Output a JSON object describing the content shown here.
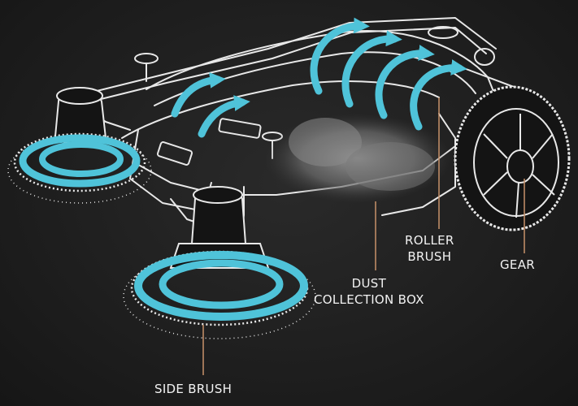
{
  "labels": {
    "roller_brush": "ROLLER\nBRUSH",
    "gear": "GEAR",
    "dust_collection_box": "DUST\nCOLLECTION BOX",
    "side_brush": "SIDE BRUSH"
  },
  "icons": {
    "flow_arrows": "airflow-arrow-icon"
  },
  "colors": {
    "background": "#1e1e1e",
    "arrow": "#4fc3d9",
    "outline": "#e8e8e8",
    "leader": "#c8926a",
    "text": "#f2f2f2"
  }
}
